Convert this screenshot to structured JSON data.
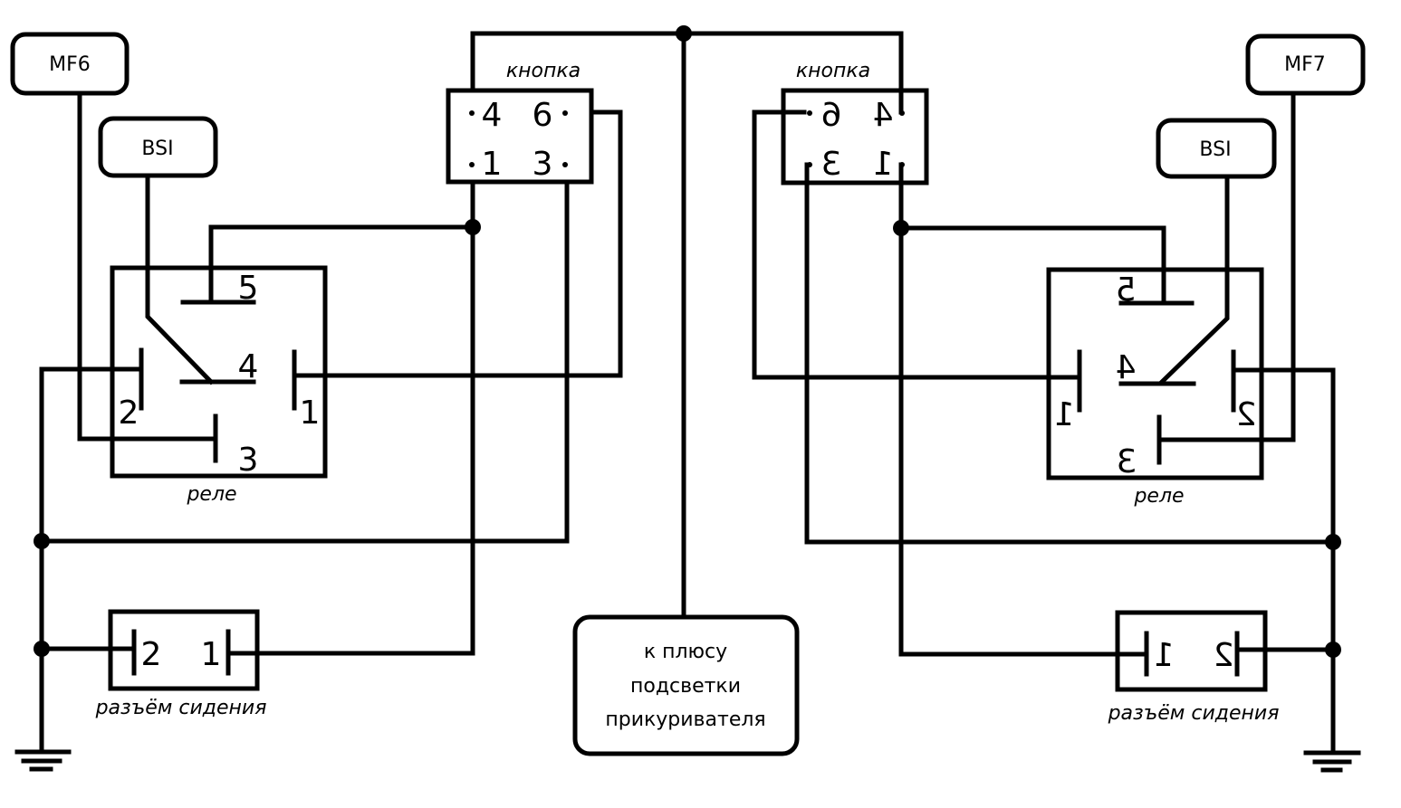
{
  "diagram": {
    "left": {
      "module_mf": "MF6",
      "module_bsi": "BSI",
      "button_label": "кнопка",
      "button_pins": [
        "4",
        "6",
        "1",
        "3"
      ],
      "relay_label": "реле",
      "relay_pins": [
        "5",
        "4",
        "2",
        "1",
        "3"
      ],
      "connector_label": "разъём сидения",
      "connector_pins": [
        "2",
        "1"
      ]
    },
    "right": {
      "module_mf": "MF7",
      "module_bsi": "BSI",
      "button_label": "кнопка",
      "button_pins": [
        "4",
        "6",
        "1",
        "3"
      ],
      "relay_label": "реле",
      "relay_pins": [
        "5",
        "4",
        "2",
        "1",
        "3"
      ],
      "connector_label": "разъём сидения",
      "connector_pins": [
        "2",
        "1"
      ]
    },
    "center": {
      "supply_line1": "к плюсу",
      "supply_line2": "подсветки",
      "supply_line3": "прикуривателя"
    }
  }
}
